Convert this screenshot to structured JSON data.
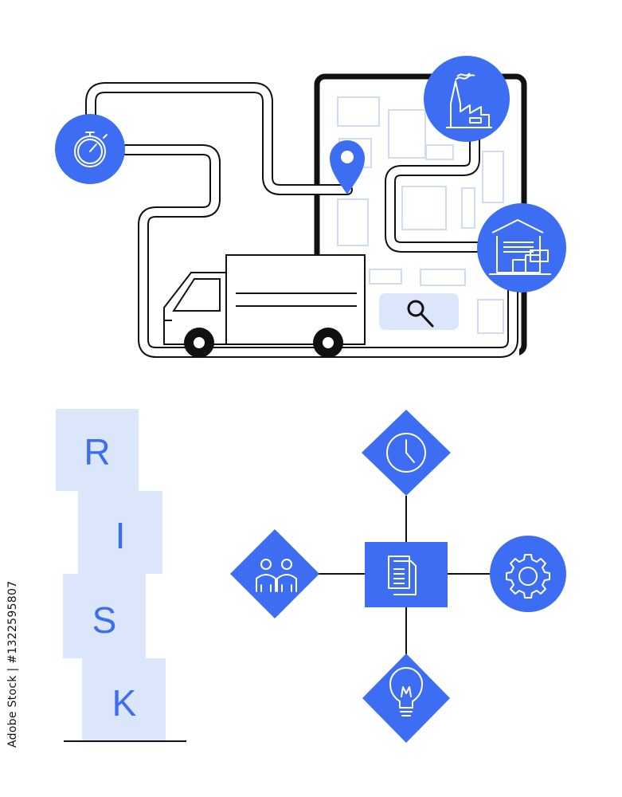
{
  "risk_blocks": {
    "letters": [
      "R",
      "I",
      "S",
      "K"
    ]
  },
  "stock_id": "Adobe Stock | #1322595807",
  "colors": {
    "accent": "#3d6df2",
    "light_block": "#dce6fb",
    "line": "#111111"
  },
  "icons": {
    "route_nodes": [
      "stopwatch-icon",
      "map-pin-icon",
      "factory-icon",
      "warehouse-icon",
      "search-icon"
    ],
    "network_nodes": [
      "clock-icon",
      "document-icon",
      "team-icon",
      "gear-icon",
      "lightbulb-icon"
    ]
  }
}
